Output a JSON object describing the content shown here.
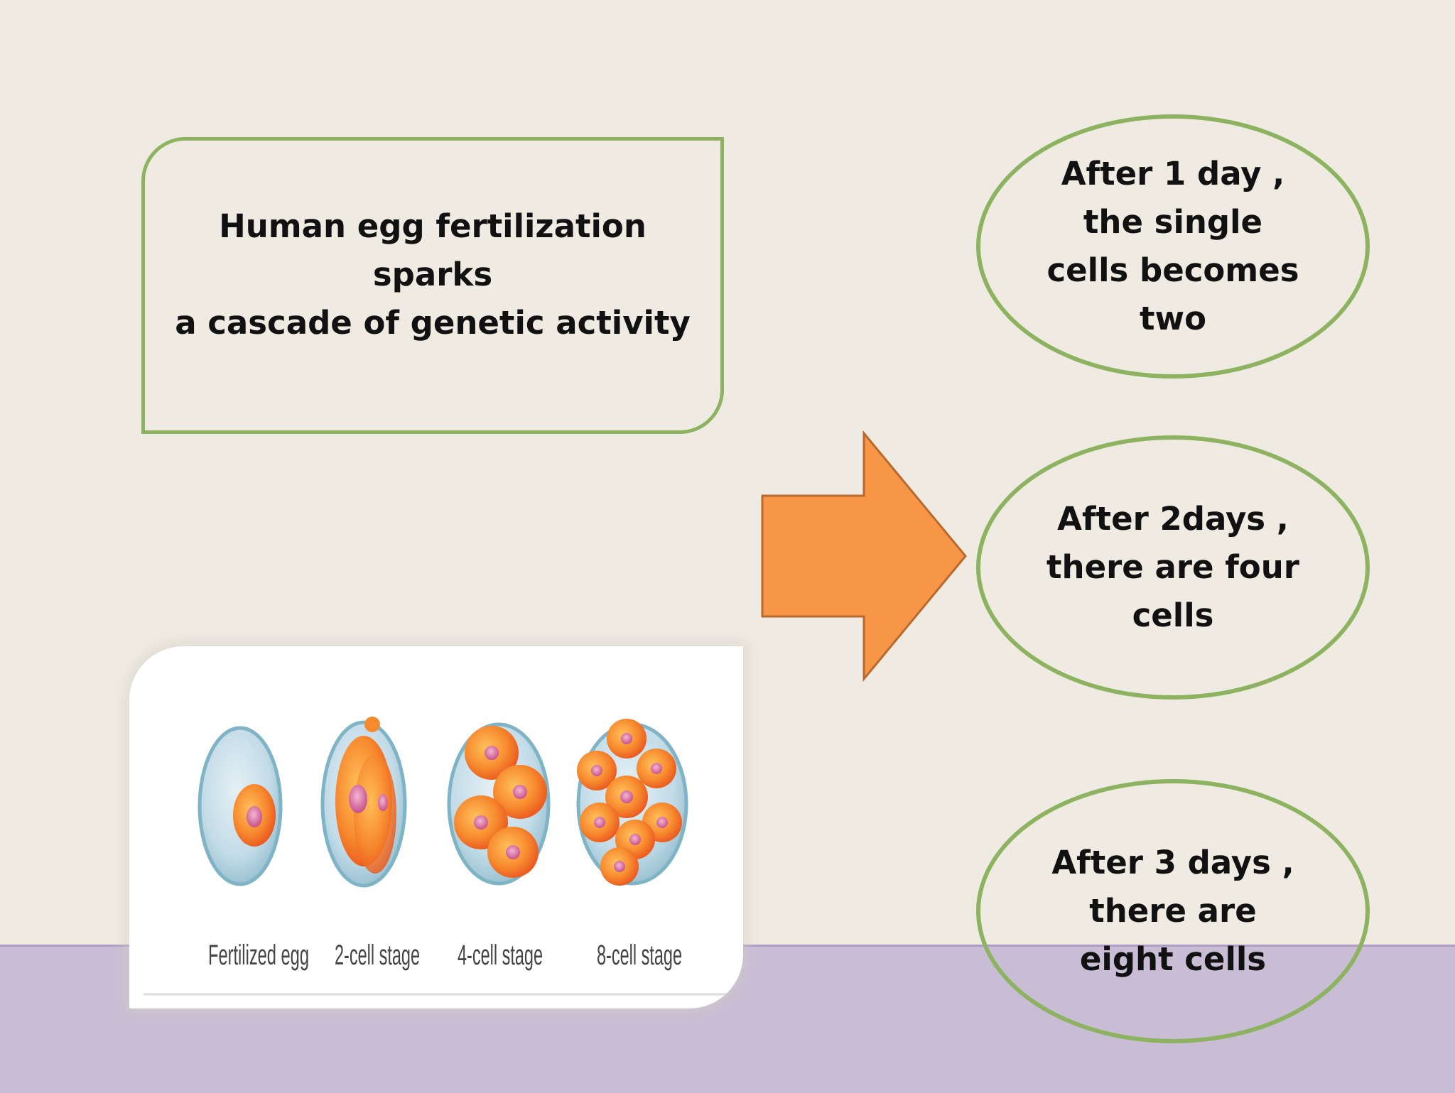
{
  "title_box": {
    "line1": "Human egg fertilization sparks",
    "line2": "a cascade of genetic activity"
  },
  "ovals": [
    {
      "lines": [
        "After 1 day ,",
        "the single",
        "cells becomes",
        "two"
      ]
    },
    {
      "lines": [
        "After 2days ,",
        "there are four",
        "cells"
      ]
    },
    {
      "lines": [
        "After 3 days ,",
        "there are",
        "eight cells"
      ]
    }
  ],
  "figure": {
    "stages": [
      "Fertilized egg",
      "2-cell stage",
      "4-cell stage",
      "8-cell stage"
    ]
  },
  "colors": {
    "background": "#EFEBE3",
    "outline_green": "#8DB360",
    "arrow_orange": "#F79646",
    "band_purple": "#C9BDD6"
  }
}
